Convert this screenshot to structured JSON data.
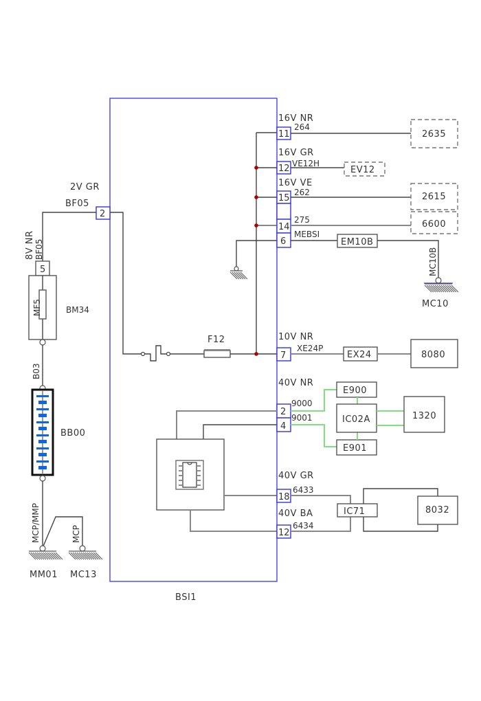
{
  "diagram": {
    "main_module": {
      "id": "BSI1",
      "label": "BSI1"
    },
    "left_connector": {
      "pin": "2",
      "connector": "2V GR",
      "wire": "BF05"
    },
    "bm34": {
      "label": "BM34",
      "connector": "8V NR",
      "wire": "BF05",
      "pin": "5",
      "fuse": "MF5"
    },
    "battery": {
      "label": "BB00",
      "wire_top": "B03",
      "wire_bottom": "MCP/MMP"
    },
    "grounds": [
      {
        "id": "MM01",
        "wire": "MCP/MMP"
      },
      {
        "id": "MC13",
        "wire": "MCP"
      },
      {
        "id": "MC10",
        "wire": "MC10B"
      }
    ],
    "fuse_f12": {
      "label": "F12"
    },
    "connectors_right": [
      {
        "connector": "16V NR",
        "pin": "11",
        "wire": "264",
        "target": "2635",
        "target_style": "dashed"
      },
      {
        "connector": "16V GR",
        "pin": "12",
        "wire": "VE12H",
        "target": "EV12",
        "target_style": "dashed"
      },
      {
        "connector": "16V VE",
        "pin": "15",
        "wire": "262",
        "target": "2615",
        "target_style": "dashed"
      },
      {
        "connector": "",
        "pin": "14",
        "wire": "275",
        "target": "6600",
        "target_style": "dashed"
      },
      {
        "connector": "",
        "pin": "6",
        "wire": "MEBSI",
        "target": "EM10B",
        "target_style": "solid"
      },
      {
        "connector": "10V NR",
        "pin": "7",
        "wire": "XE24P",
        "target": "EX24",
        "target_style": "solid",
        "end": "8080"
      },
      {
        "connector": "40V NR",
        "pin": "2",
        "wire": "9000",
        "target": "E900",
        "target_style": "solid"
      },
      {
        "connector": "",
        "pin": "4",
        "wire": "9001",
        "target": "E901",
        "target_style": "solid"
      },
      {
        "connector": "40V GR",
        "pin": "18",
        "wire": "6433",
        "target": "IC71",
        "target_style": "solid"
      },
      {
        "connector": "40V BA",
        "pin": "12",
        "wire": "6434",
        "target": "IC71",
        "target_style": "solid"
      }
    ],
    "components": {
      "ic02a": "IC02A",
      "c1320": "1320",
      "ic71": "IC71",
      "c8032": "8032",
      "c8080": "8080"
    },
    "colors": {
      "bsi_border": "#4444ee",
      "pin_border": "#3333dd",
      "junction": "#aa0000",
      "can_bus": "#7ee07e",
      "battery_cells": "#1166dd"
    }
  }
}
